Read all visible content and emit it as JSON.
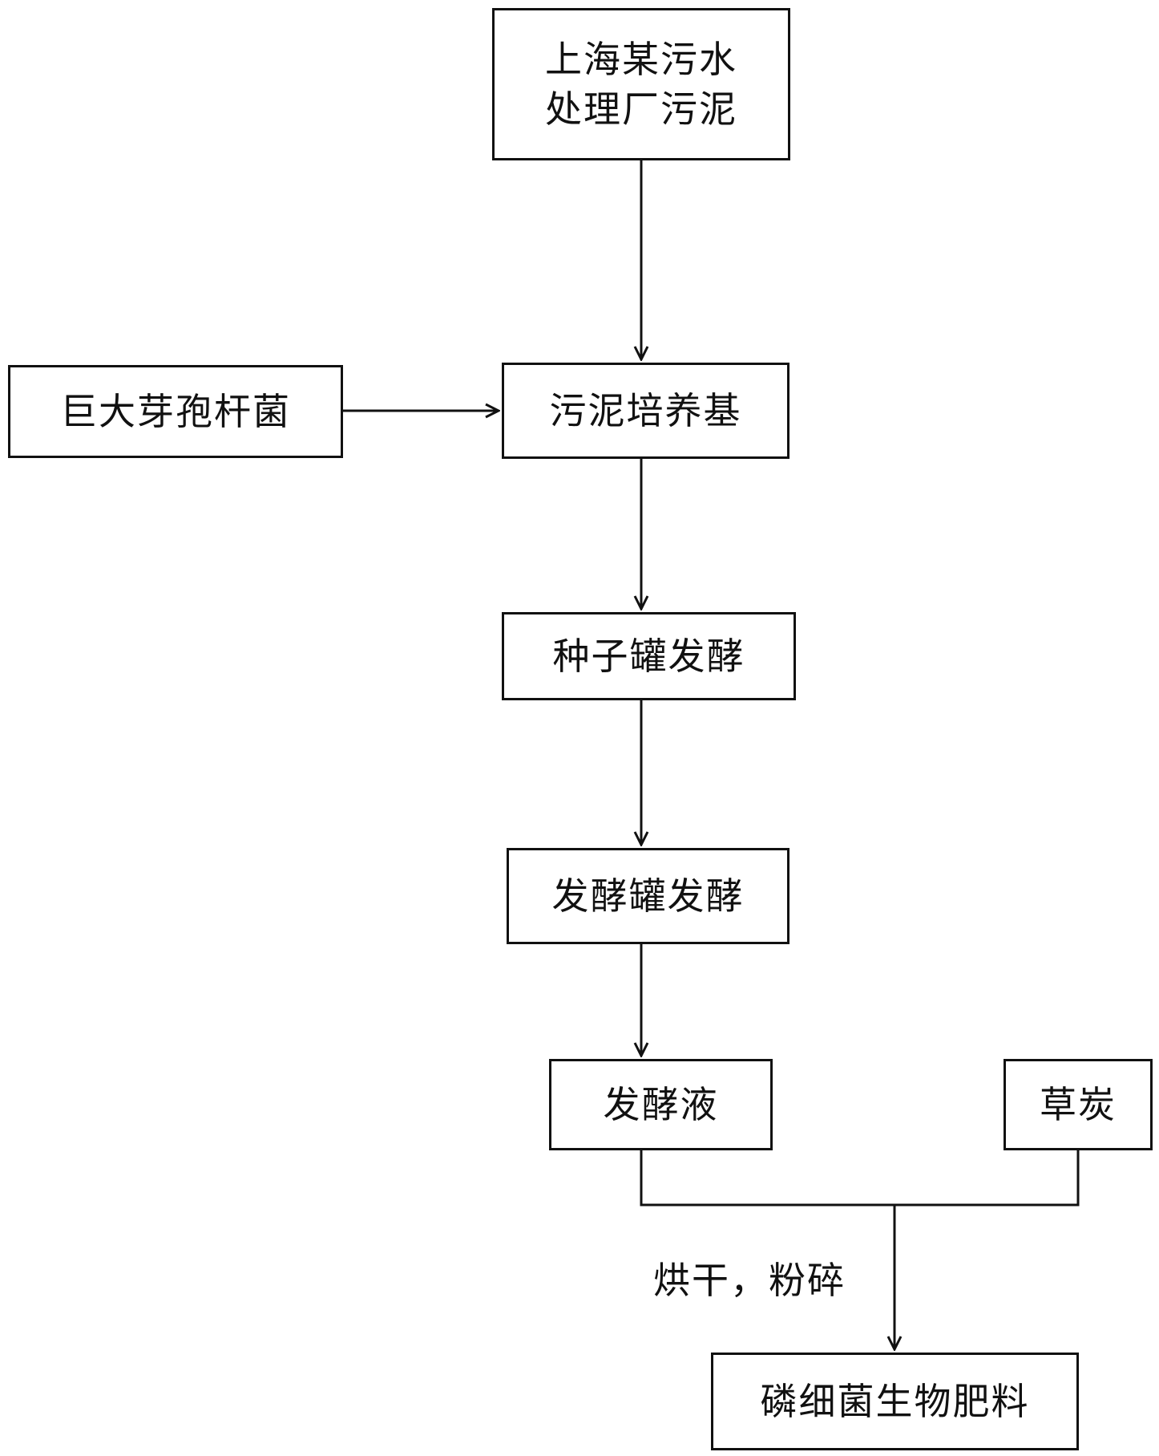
{
  "nodes": {
    "sludge_source": {
      "line1": "上海某污水",
      "line2": "处理厂污泥"
    },
    "bacillus": {
      "label": "巨大芽孢杆菌"
    },
    "sludge_medium": {
      "label": "污泥培养基"
    },
    "seed_tank": {
      "label": "种子罐发酵"
    },
    "fermenter": {
      "label": "发酵罐发酵"
    },
    "broth": {
      "label": "发酵液"
    },
    "peat": {
      "label": "草炭"
    },
    "fertilizer": {
      "label": "磷细菌生物肥料"
    }
  },
  "edges": {
    "merge_label": "烘干，粉碎"
  },
  "colors": {
    "stroke": "#111111",
    "background": "#ffffff"
  }
}
